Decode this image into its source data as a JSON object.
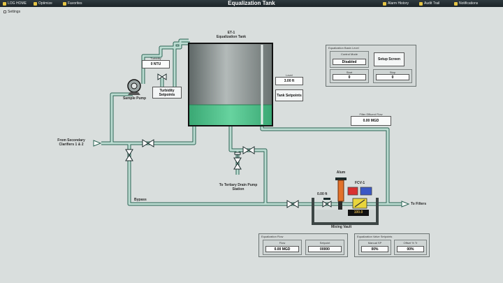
{
  "topbar": {
    "title": "Equalization Tank",
    "items": [
      {
        "label": "LOG HOME"
      },
      {
        "label": "Optimize"
      },
      {
        "label": "Favorites"
      }
    ],
    "right_items": [
      {
        "label": "Alarm History"
      },
      {
        "label": "Audit Trail"
      },
      {
        "label": "Notifications"
      }
    ]
  },
  "settings": {
    "label": "Settings"
  },
  "tank": {
    "title_line1": "ET-1",
    "title_line2": "Equalization Tank"
  },
  "turbidity": {
    "caption": "Turbidity",
    "value": "0 NTU"
  },
  "sample_pump": {
    "label": "Sample Pump"
  },
  "turbidity_setpoints": {
    "label": "Turbidity Setpoints"
  },
  "level": {
    "caption": "Level",
    "value": "3.00 ft"
  },
  "tank_setpoints": {
    "label": "Tank Setpoints"
  },
  "flow_effluent": {
    "caption": "Filter Effluent Flow",
    "value": "0.00 MGD"
  },
  "from_secondary": {
    "label": "From Secondary Clarifiers 1 & 2"
  },
  "to_tertiary": {
    "label": "To Tertiary Drain Pump Station"
  },
  "bypass": {
    "label": "Bypass"
  },
  "to_filters": {
    "label": "To Filters"
  },
  "alum": {
    "label": "Alum"
  },
  "mixer_valve": {
    "label": "0.00 ft"
  },
  "fcv": {
    "label": "FCV-1"
  },
  "fcv_display": {
    "value": "100.0"
  },
  "mixing_vault": {
    "label": "Mixing Vault"
  },
  "mode_panel": {
    "title": "Equalization Basin Level",
    "mode_caption": "Control Mode",
    "mode_value": "Disabled",
    "setup_label": "Setup Screen",
    "left_caption": "Start",
    "left_value": "0",
    "right_caption": "Stop",
    "right_value": "0"
  },
  "eq_flow_panel": {
    "title": "Equalization Flow",
    "flow_caption": "Flow",
    "flow_value": "0.00 MGD",
    "setpoint_caption": "Setpoint",
    "setpoint_value": "00000"
  },
  "valve_panel": {
    "title": "Equalization Valve Setpoints",
    "left_caption": "Manual SP",
    "left_value": "00%",
    "right_caption": "Offset % Tr",
    "right_value": "00%"
  },
  "colors": {
    "pipe": "#b9d9cf",
    "pipe_edge": "#2a6353",
    "water": "#4fc28d",
    "tank_top": "#8e9695",
    "background": "#d9dedd"
  }
}
